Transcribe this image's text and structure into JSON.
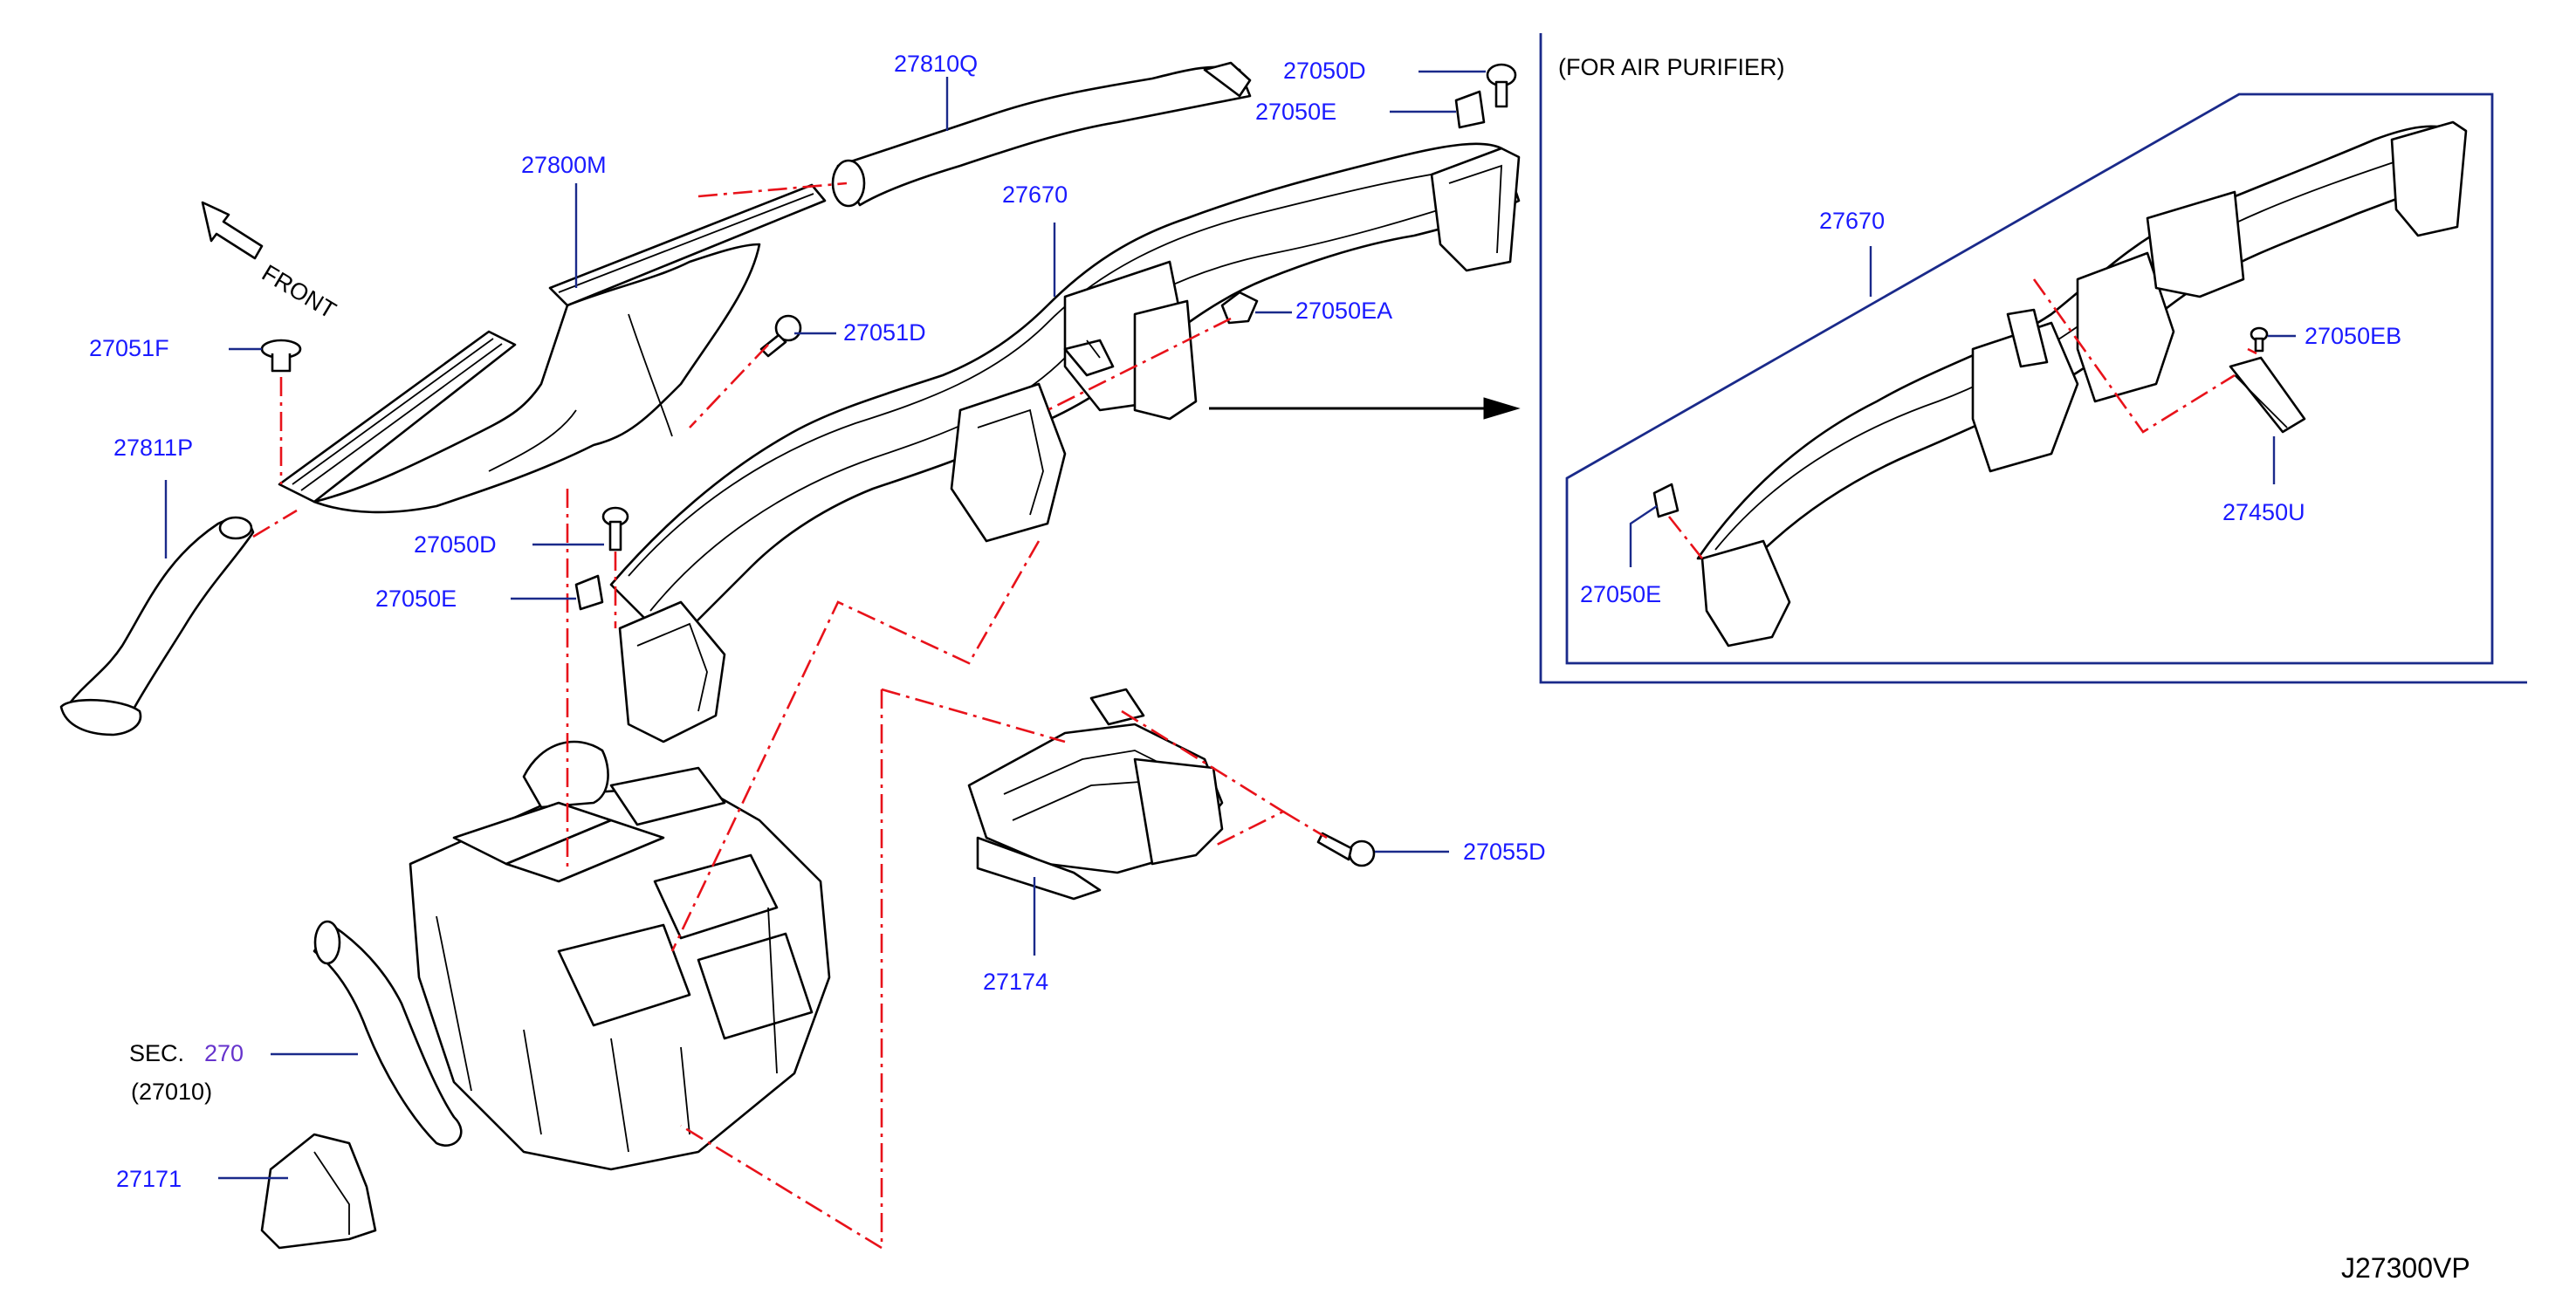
{
  "colors": {
    "label": "#1a1aff",
    "ref_line": "#e8121a",
    "leader": "#1a2a8a",
    "ink": "#000000",
    "sec_ref": "#6633cc"
  },
  "front_label": "FRONT",
  "inset_title": "(FOR  AIR  PURIFIER)",
  "diagram_code": "J27300VP",
  "sec_ref": {
    "prefix": "SEC.",
    "number": "270",
    "part": "(27010)"
  },
  "parts": {
    "p27810Q": "27810Q",
    "p27800M": "27800M",
    "p27670": "27670",
    "p27050D_top": "27050D",
    "p27050E_top": "27050E",
    "p27050EA": "27050EA",
    "p27051D": "27051D",
    "p27051F": "27051F",
    "p27811P": "27811P",
    "p27050D_mid": "27050D",
    "p27050E_mid": "27050E",
    "p27055D": "27055D",
    "p27174": "27174",
    "p27171": "27171",
    "inset_27670": "27670",
    "inset_27050EB": "27050EB",
    "inset_27450U": "27450U",
    "inset_27050E": "27050E"
  }
}
